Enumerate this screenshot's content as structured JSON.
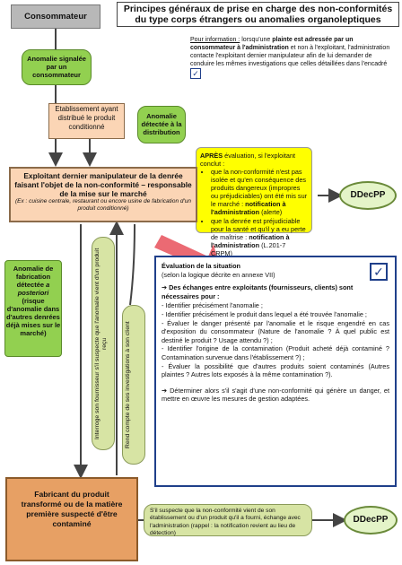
{
  "title": "Principes généraux de prise en charge des non-conformités du type corps étrangers ou anomalies organoleptiques",
  "consommateur": "Consommateur",
  "anomalie_signalee": "Anomalie signalée par un consommateur",
  "info": {
    "label": "Pour information :",
    "text_pre": " lorsqu'une ",
    "bold1": "plainte est adressée par un consommateur à l'administration",
    "text_post": " et non à l'exploitant, l'administration contacte l'exploitant dernier manipulateur afin de lui demander de conduire les mêmes investigations que celles détaillées dans l'encadré"
  },
  "etablissement": "Etablissement ayant distribué le produit conditionné",
  "anomalie_distribution": "Anomalie détectée à la distribution",
  "apres": {
    "label": "APRÈS",
    "intro": " évaluation, si l'exploitant conclut :",
    "item1_pre": "que la non-conformité n'est pas isolée et qu'en conséquence des produits dangereux (impropres ou préjudiciables) ont été mis sur le marché : ",
    "item1_bold": "notification à l'administration",
    "item1_post": " (alerte)",
    "item2_pre": "que la denrée est préjudiciable pour la santé et qu'il y a eu perte de maîtrise : ",
    "item2_bold": "notification à l'administration",
    "item2_post": " (L.201-7 CRPM)"
  },
  "exploitant": {
    "title": "Exploitant dernier manipulateur de la denrée faisant l'objet de la non-conformité – responsable de la mise sur le marché",
    "example": "(Ex : cuisine centrale, restaurant ou encore usine de fabrication d'un produit conditionné)"
  },
  "ddecpp_top": "DDecPP",
  "ddecpp_bottom": "DDecPP",
  "anomalie_fabrication": {
    "l1": "Anomalie de fabrication détectée ",
    "l1_it": "a posteriori",
    "l2": "(risque d'anomalie dans d'autres denrées déjà mises sur le marché)"
  },
  "interroge": "Interroge son fournisseur s'il suspecte que l'anomalie vient d'un produit reçu",
  "rend_compte": "Rend compte de ses investigations à son client",
  "evaluation": {
    "title": "Évaluation de la situation",
    "subtitle": "(selon la logique décrite en annexe VII)",
    "exchanges": "➔ Des échanges entre exploitants (fournisseurs, clients) sont nécessaires pour :",
    "lines": [
      "- Identifier précisément l'anomalie ;",
      "- Identifier précisément le produit dans lequel a été trouvée l'anomalie ;",
      "- Évaluer le danger présenté par l'anomalie et le risque engendré en cas d'exposition du consommateur (Nature de l'anomalie ? À quel public est destiné le produit ? Usage attendu ?) ;",
      "- Identifier l'origine de la contamination (Produit acheté déjà contaminé ? Contamination survenue dans l'établissement ?) ;",
      "- Évaluer la possibilité que d'autres produits soient contaminés (Autres plaintes ? Autres lots exposés à la même contamination ?)."
    ],
    "conclusion": "➔ Déterminer alors s'il s'agit d'une non-conformité qui génère un danger, et mettre en œuvre les mesures de gestion adaptées."
  },
  "fabricant": "Fabricant du produit transformé ou de la matière première suspecté d'être contaminé",
  "bottom_note": "S'il suspecte que la non-conformité vient de son établissement ou d'un produit qu'il a fourni, échange avec l'administration (rappel : la notification revient au lieu de détection)",
  "colors": {
    "green": "#92d050",
    "peach": "#fbd5b5",
    "orange": "#e7a064",
    "yellow": "#ffff00",
    "blue": "#1f3f8a",
    "gray": "#b8b8b8"
  }
}
